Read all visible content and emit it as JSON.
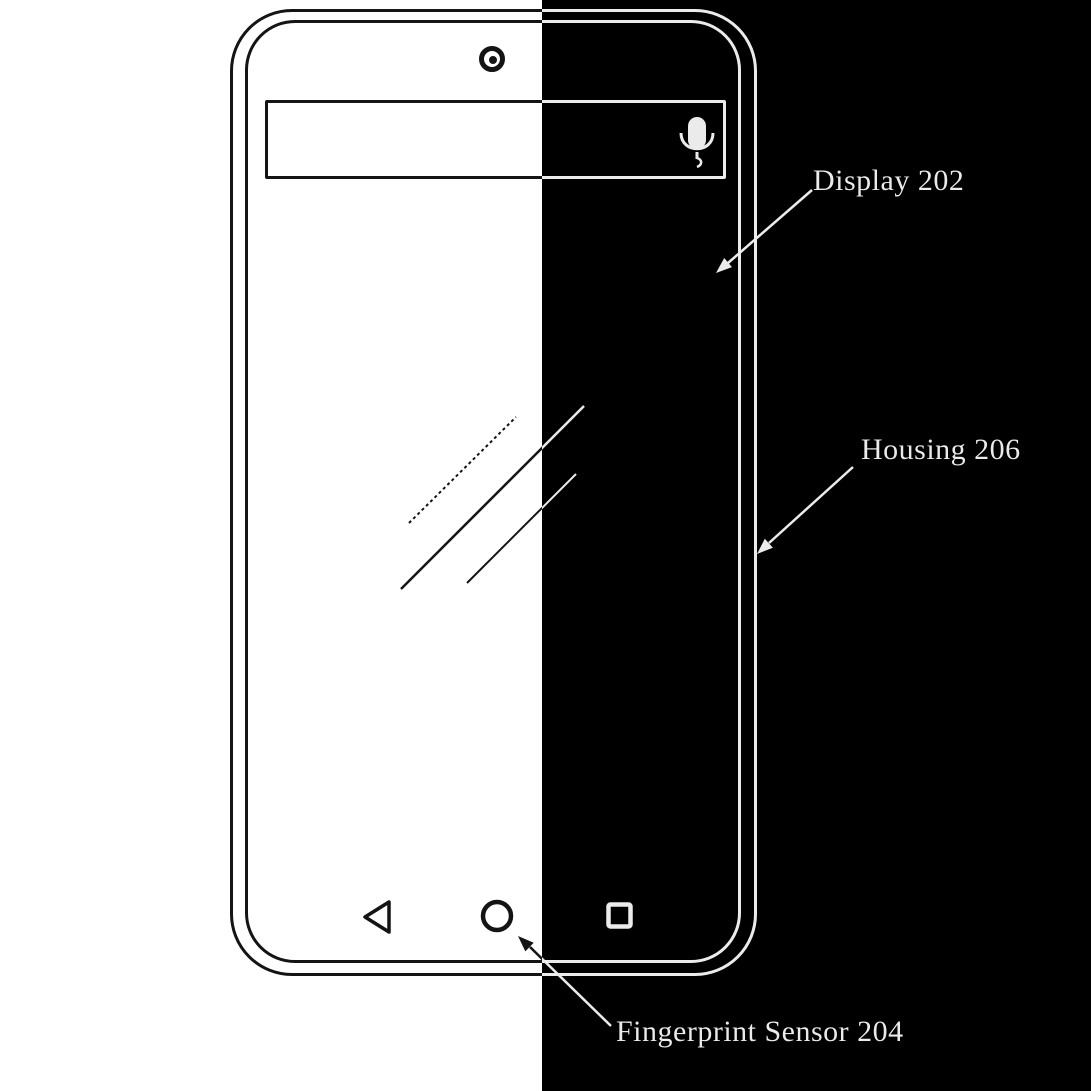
{
  "figure": {
    "labels": {
      "display": "Display 202",
      "housing": "Housing 206",
      "fingerprint": "Fingerprint Sensor 204"
    },
    "colors": {
      "ink": "#141414",
      "left_background": "#ffffff",
      "right_background": "#000000"
    },
    "icons": {
      "camera": "front-camera-icon",
      "microphone": "microphone-icon",
      "back": "back-triangle-icon",
      "home": "home-circle-icon",
      "recents": "recents-square-icon"
    }
  }
}
